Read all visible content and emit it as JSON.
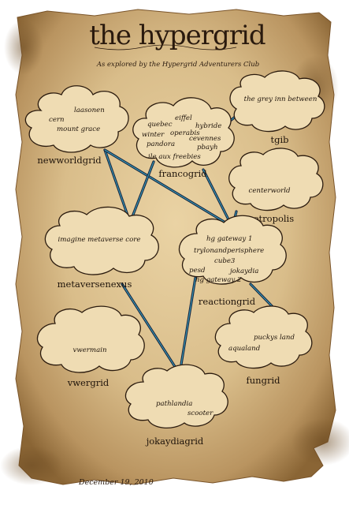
{
  "title": "the hypergrid",
  "subtitle": "As explored by the Hypergrid Adventurers Club",
  "date": "December 19, 2010",
  "colors": {
    "parchment": "#d9bd8a",
    "ink": "#1e130a",
    "link_dark": "#15233f",
    "link_glow": "#3fb3cf"
  },
  "grids": [
    {
      "id": "newworldgrid",
      "name": "newworldgrid",
      "regions": [
        "laasonen",
        "cern",
        "mount grace"
      ]
    },
    {
      "id": "francogrid",
      "name": "francogrid",
      "regions": [
        "eiffel",
        "quebec",
        "hybride",
        "operabis",
        "winter",
        "cevennes",
        "pandora",
        "pbayh",
        "ile aux freebies"
      ]
    },
    {
      "id": "tgib",
      "name": "tgib",
      "regions": [
        "the grey inn between"
      ]
    },
    {
      "id": "metropolis",
      "name": "metropolis",
      "regions": [
        "centerworld"
      ]
    },
    {
      "id": "metaversenexus",
      "name": "metaversenexus",
      "regions": [
        "imagine metaverse core"
      ]
    },
    {
      "id": "reactiongrid",
      "name": "reactiongrid",
      "regions": [
        "hg gateway 1",
        "trylonandperisphere",
        "cube3",
        "pesd",
        "jokaydia",
        "hg gateway 2"
      ]
    },
    {
      "id": "vwergrid",
      "name": "vwergrid",
      "regions": [
        "vwermain"
      ]
    },
    {
      "id": "fungrid",
      "name": "fungrid",
      "regions": [
        "puckys land",
        "aqualand"
      ]
    },
    {
      "id": "jokaydiagrid",
      "name": "jokaydiagrid",
      "regions": [
        "pathlandia",
        "scooter"
      ]
    }
  ],
  "links": [
    {
      "from": "newworldgrid",
      "to": "metaversenexus"
    },
    {
      "from": "newworldgrid",
      "to": "metropolis"
    },
    {
      "from": "francogrid",
      "to": "metaversenexus"
    },
    {
      "from": "francogrid",
      "to": "metropolis"
    },
    {
      "from": "tgib",
      "to": "francogrid"
    },
    {
      "from": "metropolis",
      "to": "reactiongrid"
    },
    {
      "from": "reactiongrid",
      "to": "jokaydiagrid"
    },
    {
      "from": "reactiongrid",
      "to": "fungrid"
    },
    {
      "from": "metaversenexus",
      "to": "jokaydiagrid"
    }
  ]
}
